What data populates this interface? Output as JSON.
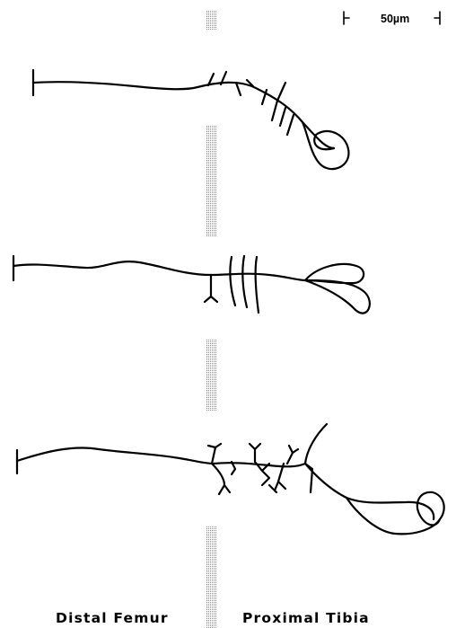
{
  "scale_bar": {
    "label": "50µm"
  },
  "regions": {
    "left_label": "Distal Femur",
    "right_label": "Proximal Tibia"
  },
  "colors": {
    "ink": "#000000",
    "background": "#ffffff",
    "joint_band": "#9a9a9a"
  }
}
